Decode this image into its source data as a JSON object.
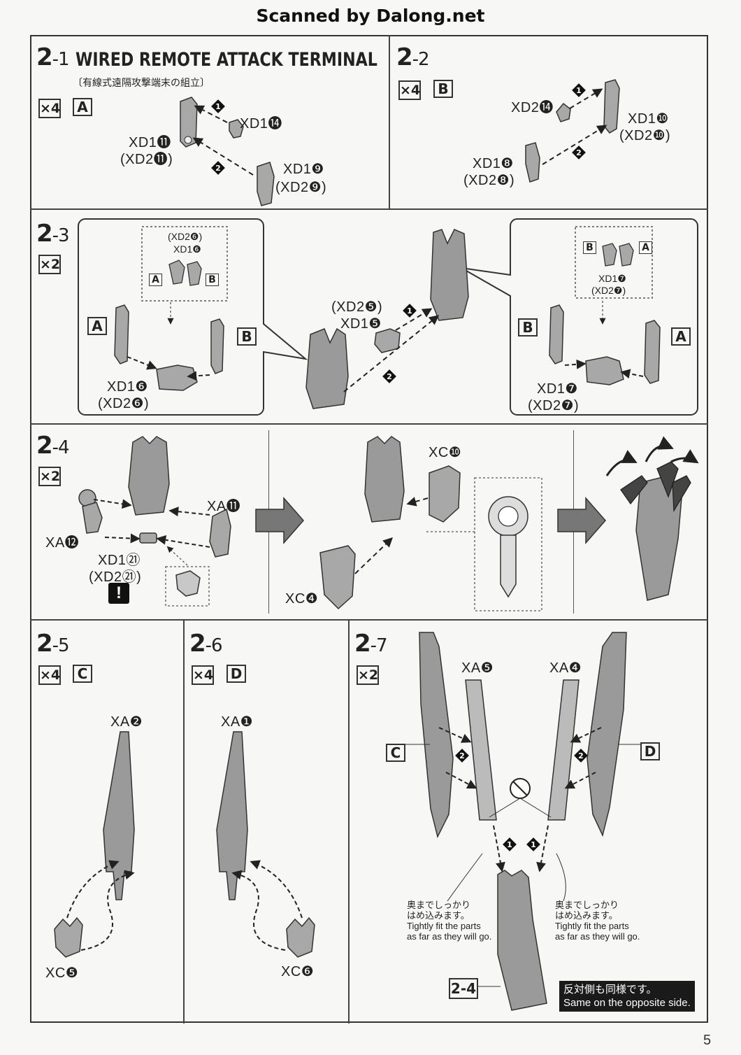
{
  "watermark": "Scanned by Dalong.net",
  "page_number": "5",
  "steps": {
    "s2_1": {
      "num": "2",
      "sub": "-1",
      "title": "WIRED REMOTE ATTACK TERMINAL",
      "subtitle": "〔有線式遠隔攻撃端末の組立〕",
      "qty": "×4",
      "runner": "A",
      "labels": [
        "XD1⓮",
        "XD1⓫",
        "(XD2⓫)",
        "XD1❾",
        "(XD2❾)"
      ]
    },
    "s2_2": {
      "num": "2",
      "sub": "-2",
      "qty": "×4",
      "runner": "B",
      "labels": [
        "XD2⓮",
        "XD1❿",
        "(XD2❿)",
        "XD1❽",
        "(XD2❽)"
      ]
    },
    "s2_3": {
      "num": "2",
      "sub": "-3",
      "qty": "×2",
      "labels_left": [
        "(XD2❻)",
        "XD1❻",
        "XD1❻",
        "(XD2❻)"
      ],
      "labels_mid": [
        "(XD2❺)",
        "XD1❺"
      ],
      "labels_right": [
        "XD1❼",
        "(XD2❼)",
        "XD1❼",
        "(XD2❼)"
      ],
      "runner_tags": [
        "A",
        "B"
      ]
    },
    "s2_4": {
      "num": "2",
      "sub": "-4",
      "qty": "×2",
      "labels": [
        "XA⓫",
        "XA⓬",
        "XD1㉑",
        "(XD2㉑)",
        "XC❿",
        "XC❹"
      ],
      "warning": "!"
    },
    "s2_5": {
      "num": "2",
      "sub": "-5",
      "qty": "×4",
      "runner": "C",
      "labels": [
        "XA❷",
        "XC❺"
      ]
    },
    "s2_6": {
      "num": "2",
      "sub": "-6",
      "qty": "×4",
      "runner": "D",
      "labels": [
        "XA❶",
        "XC❻"
      ]
    },
    "s2_7": {
      "num": "2",
      "sub": "-7",
      "qty": "×2",
      "labels": [
        "XA❺",
        "XA❹"
      ],
      "tags": [
        "C",
        "D"
      ],
      "note_jp": [
        "奥までしっかり",
        "はめ込みます。"
      ],
      "note_en": [
        "Tightly fit the parts",
        "as far as they will go."
      ],
      "ref": "2-4",
      "banner_jp": "反対側も同様です。",
      "banner_en": "Same on the opposite side."
    }
  },
  "seq_marks": [
    "1",
    "2"
  ],
  "colors": {
    "background": "#f7f7f5",
    "ink": "#222222",
    "part_fill": "#9a9a9a",
    "part_dark": "#555555"
  }
}
